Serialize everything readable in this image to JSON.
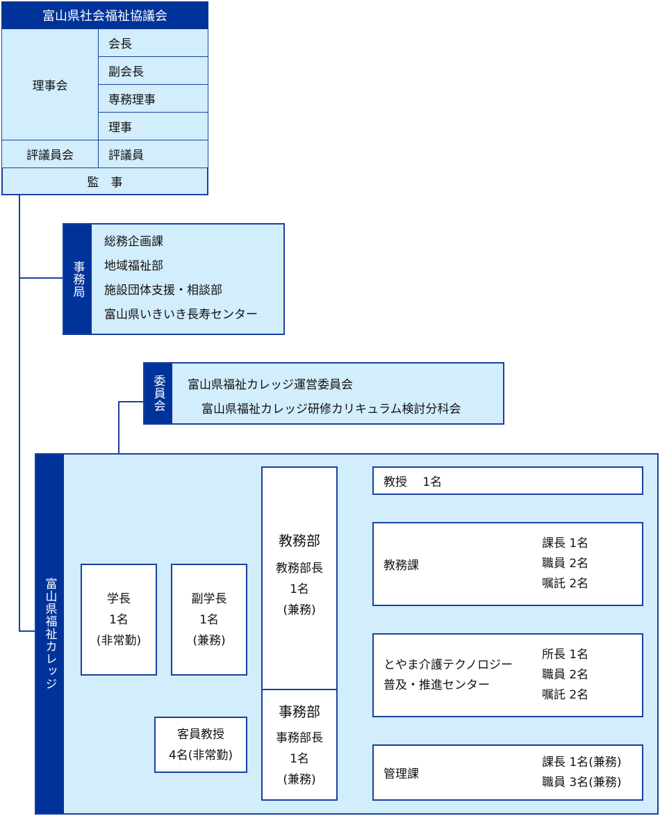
{
  "council": {
    "title": "富山県社会福祉協議会",
    "board": "理事会",
    "board_members": [
      "会長",
      "副会長",
      "専務理事",
      "理事"
    ],
    "councillors_group": "評議員会",
    "councillors": "評議員",
    "auditor": "監　事"
  },
  "secretariat": {
    "label": "事務局",
    "items": [
      "総務企画課",
      "地域福祉部",
      "施設団体支援・相談部",
      "富山県いきいき長寿センター"
    ]
  },
  "committee": {
    "label": "委員会",
    "items": [
      "富山県福祉カレッジ運営委員会",
      "富山県福祉カレッジ研修カリキュラム検討分科会"
    ]
  },
  "college": {
    "label": "富山県福祉カレッジ",
    "president": [
      "学長",
      "1名",
      "(非常勤)"
    ],
    "vice_president": [
      "副学長",
      "1名",
      "(兼務)"
    ],
    "visiting": [
      "客員教授",
      "4名(非常勤)"
    ],
    "academic_dept": {
      "name": "教務部",
      "head": [
        "教務部長",
        "1名",
        "(兼務)"
      ]
    },
    "admin_dept": {
      "name": "事務部",
      "head": [
        "事務部長",
        "1名",
        "(兼務)"
      ]
    },
    "professor": "教授　 1名",
    "academic_section": {
      "name": "教務課",
      "staff": [
        "課長 1名",
        "職員 2名",
        "嘱託 2名"
      ]
    },
    "tech_center": {
      "name": [
        "とやま介護テクノロジー",
        "普及・推進センター"
      ],
      "staff": [
        "所長 1名",
        "職員 2名",
        "嘱託 2名"
      ]
    },
    "admin_section": {
      "name": "管理課",
      "staff": [
        "課長 1名(兼務)",
        "職員 3名(兼務)"
      ]
    }
  },
  "colors": {
    "dark": "#003399",
    "light": "#d2edfb",
    "line": "#1a3fa0"
  }
}
